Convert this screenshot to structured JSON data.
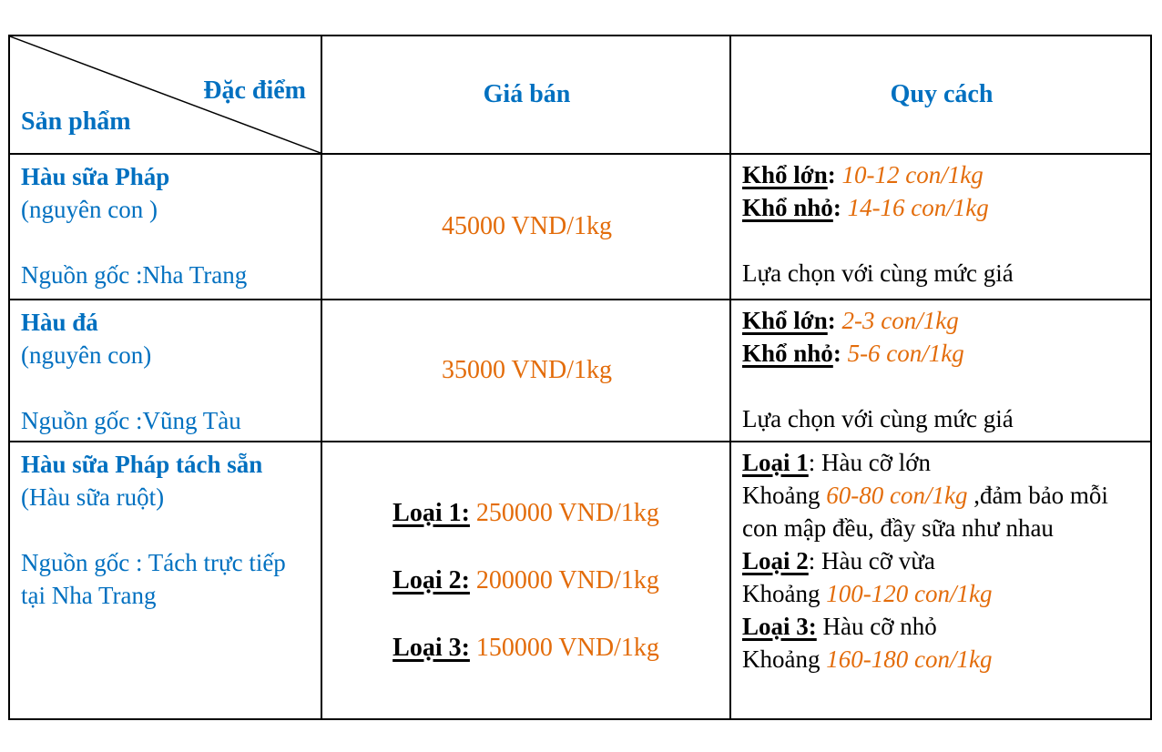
{
  "colors": {
    "heading_blue": "#0070C0",
    "price_orange": "#E36C0A",
    "text_black": "#000000"
  },
  "header": {
    "attribute_label": "Đặc điểm",
    "product_label": "Sản phẩm",
    "price_column": "Giá bán",
    "spec_column": "Quy cách"
  },
  "rows": [
    {
      "name": "Hàu sữa Pháp",
      "form": "(nguyên con )",
      "origin": "Nguồn gốc :Nha Trang",
      "price": "45000 VND/1kg",
      "spec": {
        "large_label": "Khổ lớn",
        "large_colon": ":",
        "large_value": "10-12 con/1kg",
        "small_label": "Khổ nhỏ",
        "small_colon": ":",
        "small_value": "14-16 con/1kg",
        "note": "Lựa chọn với cùng mức giá"
      }
    },
    {
      "name": "Hàu đá",
      "form": "(nguyên con)",
      "origin": "Nguồn gốc :Vũng Tàu",
      "price": "35000 VND/1kg",
      "spec": {
        "large_label": "Khổ lớn",
        "large_colon": ":",
        "large_value": "2-3 con/1kg",
        "small_label": "Khổ nhỏ",
        "small_colon": ":",
        "small_value": "5-6 con/1kg",
        "note": "Lựa chọn với cùng mức giá"
      }
    },
    {
      "name": "Hàu sữa Pháp tách sẵn",
      "form": "(Hàu sữa ruột)",
      "origin": "Nguồn gốc : Tách trực tiếp tại Nha Trang",
      "price_tiers": [
        {
          "label": "Loại 1:",
          "value": "250000 VND/1kg"
        },
        {
          "label": "Loại 2:",
          "value": "200000 VND/1kg"
        },
        {
          "label": "Loại 3:",
          "value": "150000 VND/1kg"
        }
      ],
      "spec_tiers": [
        {
          "label": "Loại 1",
          "colon": ":",
          "desc": "Hàu cỡ lớn",
          "approx": "Khoảng",
          "range": "60-80 con/1kg",
          "extra": ",đảm bảo mỗi con mập đều, đầy sữa như nhau"
        },
        {
          "label": "Loại 2",
          "colon": ":",
          "desc": "Hàu cỡ vừa",
          "approx": "Khoảng",
          "range": "100-120 con/1kg",
          "extra": ""
        },
        {
          "label": "Loại 3:",
          "colon": "",
          "desc": "Hàu cỡ nhỏ",
          "approx": "Khoảng",
          "range": "160-180 con/1kg",
          "extra": ""
        }
      ]
    }
  ]
}
